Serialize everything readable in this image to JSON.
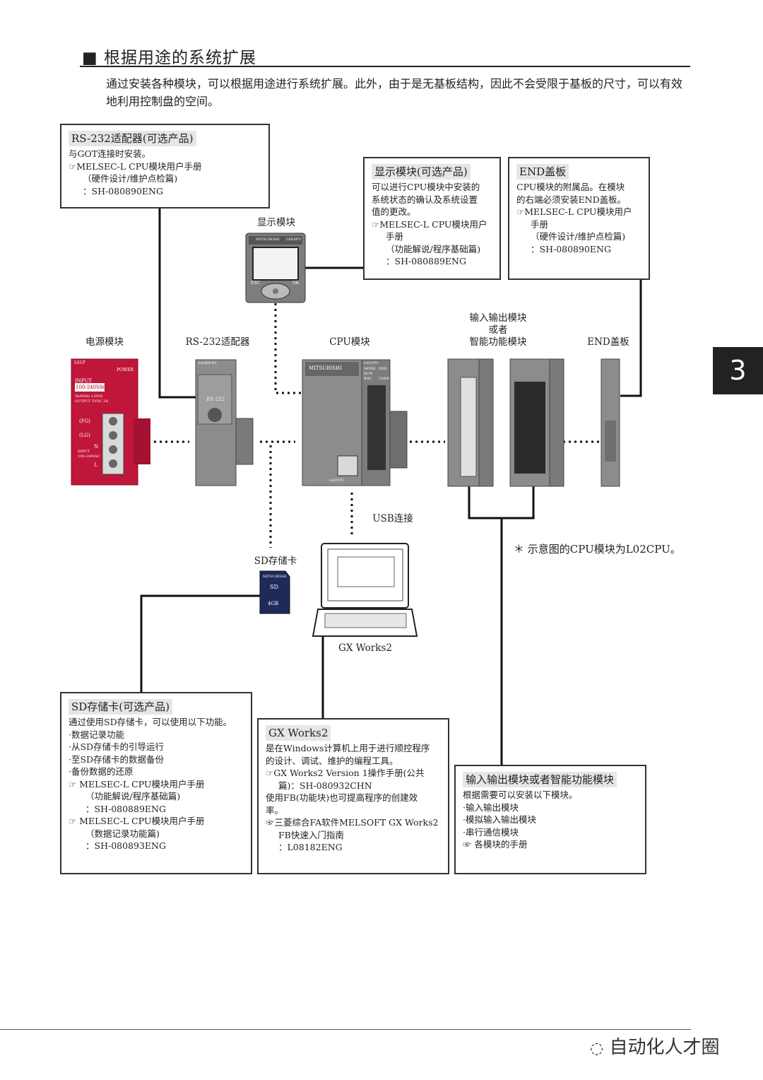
{
  "page": {
    "title": "■ 根据用途的系统扩展",
    "intro": "通过安装各种模块，可以根据用途进行系统扩展。此外，由于是无基板结构，因此不会受限于基板的尺寸，可以有效地利用控制盘的空间。",
    "section_tab": "3"
  },
  "boxes": {
    "rs232": {
      "head": "RS-232适配器(可选产品)",
      "lines": [
        "与GOT连接时安装。",
        "☞MELSEC-L CPU模块用户手册",
        "（硬件设计/维护点检篇)",
        "：SH-080890ENG"
      ]
    },
    "display": {
      "head": "显示模块(可选产品)",
      "lines": [
        "可以进行CPU模块中安装的",
        "系统状态的确认及系统设置",
        "值的更改。",
        "☞MELSEC-L CPU模块用户",
        "手册",
        "（功能解说/程序基础篇)",
        "：SH-080889ENG"
      ]
    },
    "endcover": {
      "head": "END盖板",
      "lines": [
        "CPU模块的附属品。在模块",
        "的右端必须安装END盖板。",
        "☞MELSEC-L CPU模块用户",
        "手册",
        "（硬件设计/维护点检篇)",
        "：SH-080890ENG"
      ]
    },
    "sd": {
      "head": "SD存储卡(可选产品)",
      "lines": [
        "通过使用SD存储卡，可以使用以下功能。",
        "·数据记录功能",
        "·从SD存储卡的引导运行",
        "·至SD存储卡的数据备份",
        "·备份数据的还原",
        "☞ MELSEC-L CPU模块用户手册",
        "（功能解说/程序基础篇)",
        "：SH-080889ENG",
        "☞ MELSEC-L CPU模块用户手册",
        "（数据记录功能篇)",
        "：SH-080893ENG"
      ]
    },
    "gx": {
      "head": "GX Works2",
      "lines": [
        "是在Windows计算机上用于进行顺控程序",
        "的设计、调试、维护的编程工具。",
        "☞GX Works2 Version 1操作手册(公共",
        "篇)：SH-080932CHN",
        "使用FB(功能块)也可提高程序的创建效",
        "率。",
        "☞三菱综合FA软件MELSOFT GX Works2",
        "FB快速入门指南",
        "：L08182ENG"
      ]
    },
    "io": {
      "head": "输入输出模块或者智能功能模块",
      "lines": [
        "根据需要可以安装以下模块。",
        "·输入输出模块",
        "·模拟输入输出模块",
        "·串行通信模块",
        "☞ 各模块的手册"
      ]
    }
  },
  "labels": {
    "display_module": "显示模块",
    "power_module": "电源模块",
    "rs232_adapter": "RS-232适配器",
    "cpu_module": "CPU模块",
    "io_module_l1": "输入输出模块",
    "io_module_l2": "或者",
    "io_module_l3": "智能功能模块",
    "end_cover": "END盖板",
    "usb": "USB连接",
    "sd_card": "SD存储卡",
    "gx_works2": "GX Works2",
    "note": "＊ 示意图的CPU模块为L02CPU。",
    "power_top": "L61P",
    "power_led": "POWER",
    "power_input": "INPUT",
    "power_voltage": "100-240VAC",
    "power_spec1": "50/60Hz 130VA",
    "power_spec2": "OUTPUT 5VDC 5A",
    "power_fg": "(FG)",
    "power_lg": "(LG)",
    "power_n": "N",
    "power_l": "L",
    "power_input2": "INPUT",
    "power_input2_v": "100-240VAC",
    "rs232_top": "L6ADP-R2",
    "rs232_port": "RS-232",
    "display_brand": "MITSUBISHI",
    "display_model": "L6DSPU",
    "display_esc": "ESC",
    "display_ok": "OK",
    "cpu_brand": "MITSUBISHI",
    "cpu_model": "L02CPU",
    "cpu_mode": "MODE",
    "cpu_run": "RUN",
    "cpu_bat": "BAT.",
    "cpu_err": "ERR.",
    "cpu_usr": "USER",
    "cpu_bottom": "L02CPU",
    "sd_brand": "MITSUBISHI",
    "sd_logo": "SD",
    "sd_capacity": "4GB",
    "watermark": "自动化人才圈"
  },
  "colors": {
    "power_red": "#c0163a",
    "module_gray": "#8c8c8c",
    "label_gray": "#e6e6e6"
  }
}
